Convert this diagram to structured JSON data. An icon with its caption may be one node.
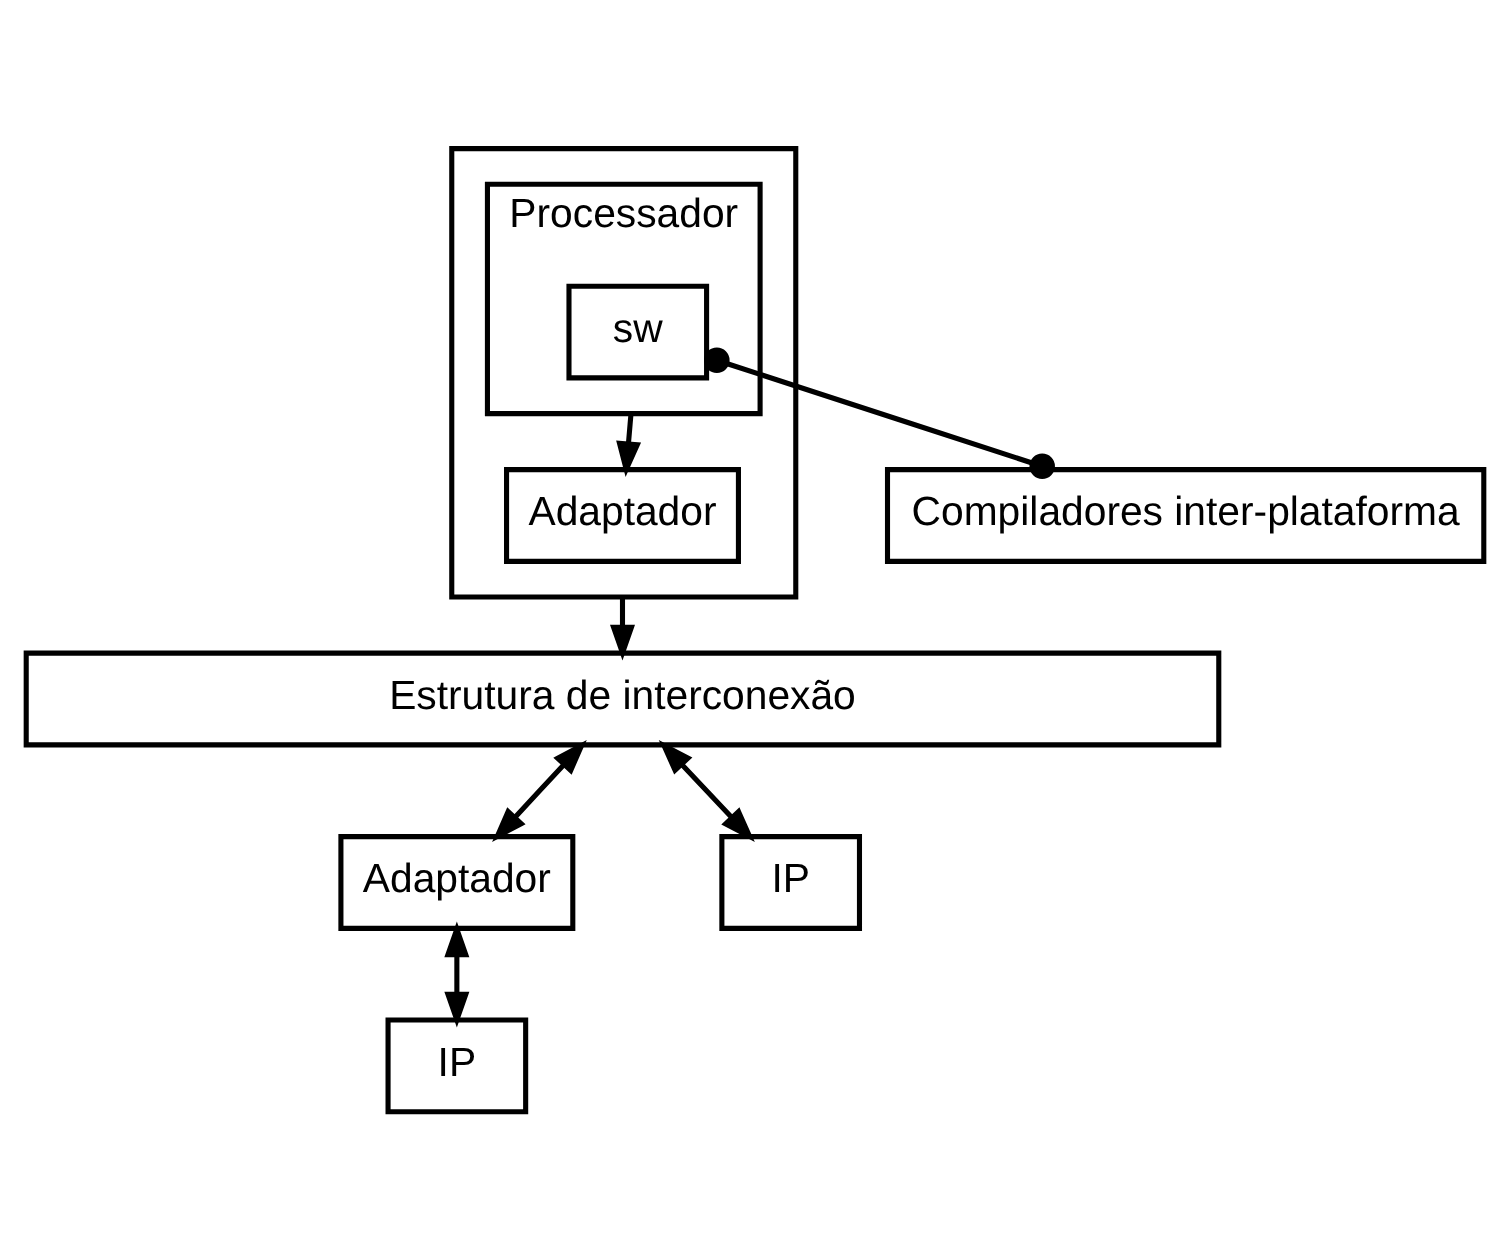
{
  "diagram": {
    "nodes": [
      {
        "text": [],
        "shape": "box"
      },
      {
        "text": [
          "Processador"
        ],
        "in": 0
      },
      {
        "text": [
          "sw"
        ],
        "in": 1
      },
      {
        "text": [
          "Adaptador"
        ],
        "in": 0
      },
      {
        "text": [
          "Compiladores inter-plataforma"
        ]
      },
      {
        "text": [
          "Estrutura de interconexão"
        ]
      },
      {
        "text": [
          "Adaptador"
        ]
      },
      {
        "text": [
          "IP"
        ]
      },
      {
        "text": [
          "IP"
        ]
      }
    ],
    "edges": [
      {
        "from": 1,
        "to": 3,
        "arrow": "to"
      },
      {
        "from": 2,
        "to": 4,
        "arrow": "other"
      },
      {
        "from": 0,
        "to": 5,
        "arrow": "to"
      },
      {
        "from": 5,
        "to": 6,
        "arrow": "both"
      },
      {
        "from": 6,
        "to": 7,
        "arrow": "both"
      },
      {
        "from": 5,
        "to": 8,
        "arrow": "both"
      }
    ]
  }
}
